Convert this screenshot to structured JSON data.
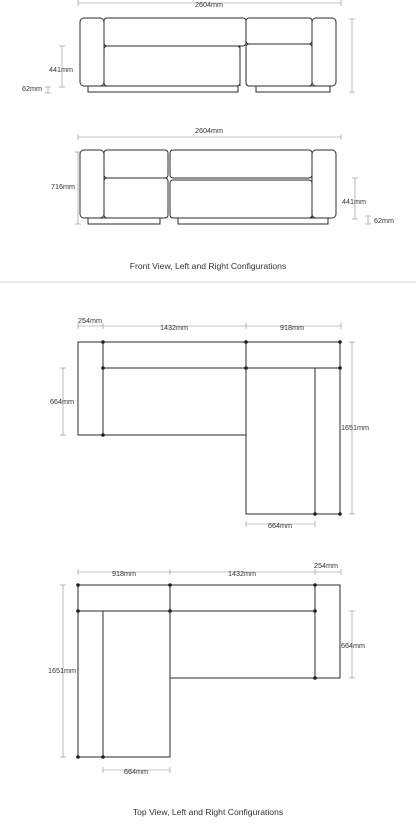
{
  "front_view": {
    "caption": "Front View, Left and Right Configurations",
    "config_left": {
      "width": "2604mm",
      "seat_height": "441mm",
      "leg_height": "62mm"
    },
    "config_right": {
      "width": "2604mm",
      "total_height": "716mm",
      "seat_height": "441mm",
      "leg_height": "62mm"
    }
  },
  "top_view": {
    "caption": "Top View, Left and Right Configurations",
    "config_left": {
      "arm_width": "254mm",
      "middle_width": "1432mm",
      "chaise_width": "918mm",
      "seat_depth": "664mm",
      "total_depth": "1651mm",
      "chaise_seat_width": "664mm"
    },
    "config_right": {
      "chaise_width": "918mm",
      "middle_width": "1432mm",
      "arm_width": "254mm",
      "seat_depth": "664mm",
      "total_depth": "1651mm",
      "chaise_seat_width": "664mm"
    }
  }
}
